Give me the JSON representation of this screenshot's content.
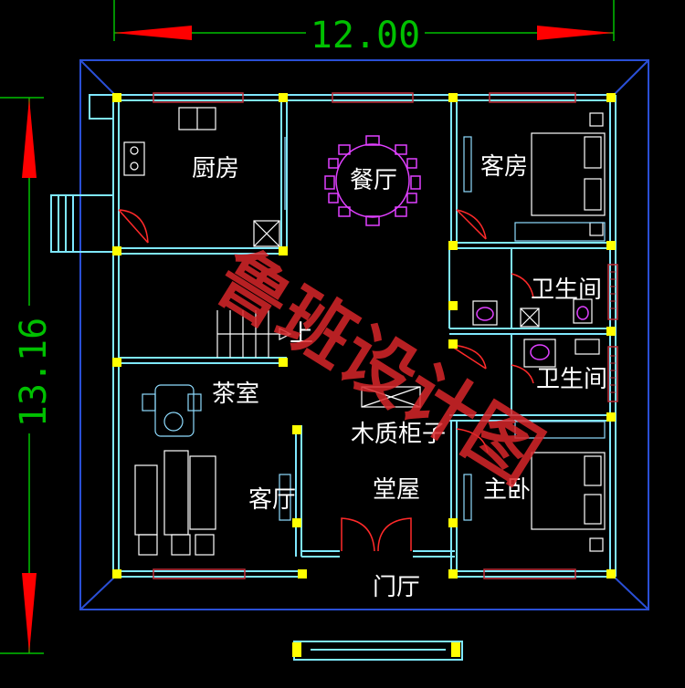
{
  "dimensions": {
    "width_label": "12.00",
    "height_label": "13.16"
  },
  "rooms": {
    "kitchen": "厨房",
    "dining": "餐厅",
    "guest_room": "客房",
    "bathroom_1": "卫生间",
    "stairs_up": "上",
    "tea_room": "茶室",
    "bathroom_2": "卫生间",
    "wood_cabinet": "木质柜子",
    "living_room": "客厅",
    "main_hall": "堂屋",
    "master_bedroom": "主卧",
    "entrance": "门厅"
  },
  "watermark": "鲁班设计图",
  "colors": {
    "background": "#000000",
    "wall": "#7fe8ff",
    "outer_outline": "#2a4fd6",
    "column": "#ffff00",
    "dimension_line": "#00c000",
    "arrow": "#ff0000",
    "watermark": "#d8262a",
    "dining_table": "#e040ff"
  }
}
